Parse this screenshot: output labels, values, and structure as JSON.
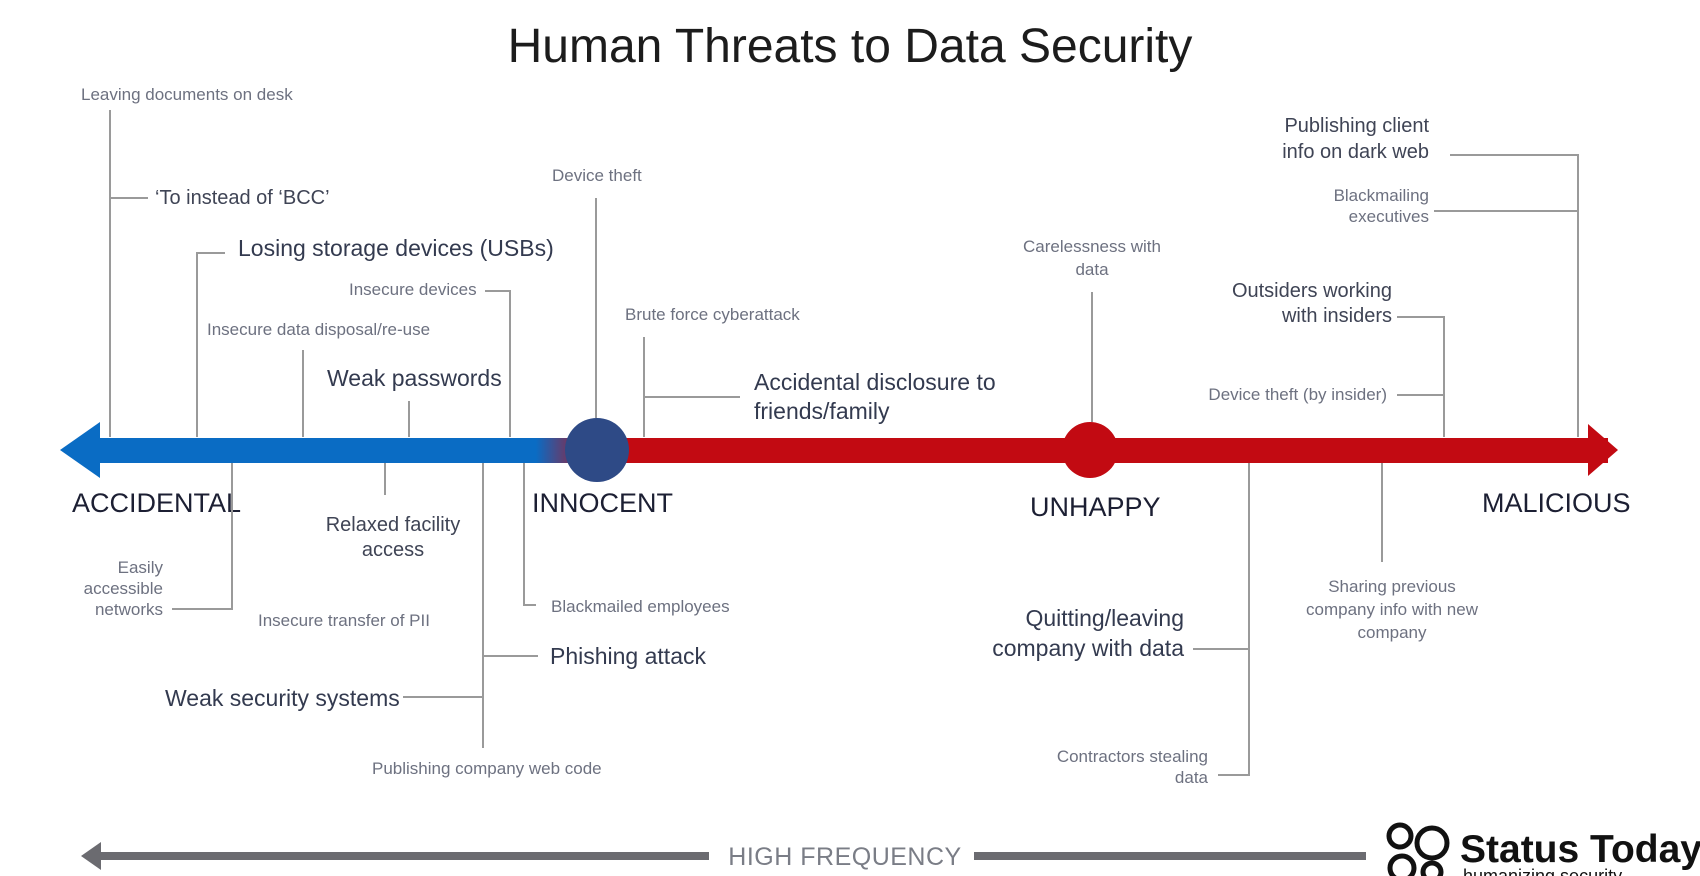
{
  "title": "Human Threats to Data Security",
  "categories": {
    "accidental": "ACCIDENTAL",
    "innocent": "INNOCENT",
    "unhappy": "UNHAPPY",
    "malicious": "MALICIOUS"
  },
  "threats": {
    "leaving_documents": "Leaving documents on desk",
    "to_instead_of_bcc": "‘To instead of ‘BCC’",
    "losing_storage": "Losing storage devices (USBs)",
    "insecure_devices": "Insecure devices",
    "insecure_disposal": "Insecure data disposal/re-use",
    "weak_passwords": "Weak passwords",
    "device_theft": "Device theft",
    "brute_force": "Brute force cyberattack",
    "accidental_disclosure": [
      "Accidental disclosure to",
      "friends/family"
    ],
    "carelessness": [
      "Carelessness with",
      "data"
    ],
    "publishing_dark_web": [
      "Publishing client",
      "info on dark web"
    ],
    "blackmailing_execs": [
      "Blackmailing",
      "executives"
    ],
    "outsiders_insiders": [
      "Outsiders working",
      "with insiders"
    ],
    "device_theft_insider": "Device theft (by insider)",
    "relaxed_facility": [
      "Relaxed facility",
      "access"
    ],
    "easily_accessible": [
      "Easily",
      "accessible",
      "networks"
    ],
    "insecure_transfer": "Insecure transfer of PII",
    "blackmailed_employees": "Blackmailed employees",
    "phishing": "Phishing attack",
    "weak_security": "Weak security systems",
    "publishing_web_code": "Publishing company web code",
    "quitting": [
      "Quitting/leaving",
      "company with data"
    ],
    "contractors": [
      "Contractors stealing",
      "data"
    ],
    "sharing_previous": [
      "Sharing previous",
      "company info with new",
      "company"
    ]
  },
  "frequency_label": "HIGH FREQUENCY",
  "logo": {
    "name": "Status Today",
    "tagline": "humanizing security"
  },
  "colors": {
    "accidental_blue": "#0a6cc4",
    "innocent_node": "#2e4a86",
    "malicious_red": "#c20a12",
    "frequency_gray": "#6b6b70"
  }
}
